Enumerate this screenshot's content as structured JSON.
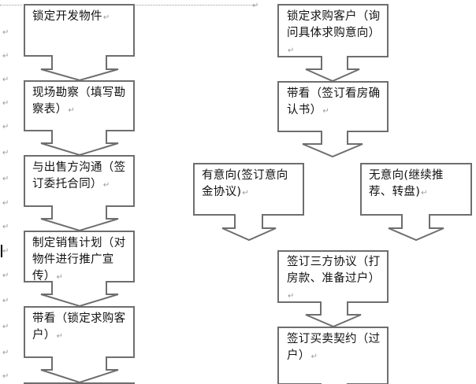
{
  "document": {
    "paragraph_mark": "↵",
    "left_flow": [
      {
        "label": "锁定开发物件"
      },
      {
        "label": "现场勘察（填写勘察表）"
      },
      {
        "label": "与出售方沟通（签订委托合同）"
      },
      {
        "label": "制定销售计划（对物件进行推广宣传）"
      },
      {
        "label": "带看（锁定求购客户）"
      }
    ],
    "right_flow": [
      {
        "label": "锁定求购客户（询问具体求购意向）"
      },
      {
        "label": "带看（签订看房确认书）"
      }
    ],
    "branches": [
      {
        "label": "有意向(签订意向金协议)"
      },
      {
        "label": "无意向(继续推荐、转盘)"
      }
    ],
    "final_flow": [
      {
        "label": "签订三方协议（打房款、准备过户）"
      },
      {
        "label": "签订买卖契约（过户）"
      }
    ]
  }
}
